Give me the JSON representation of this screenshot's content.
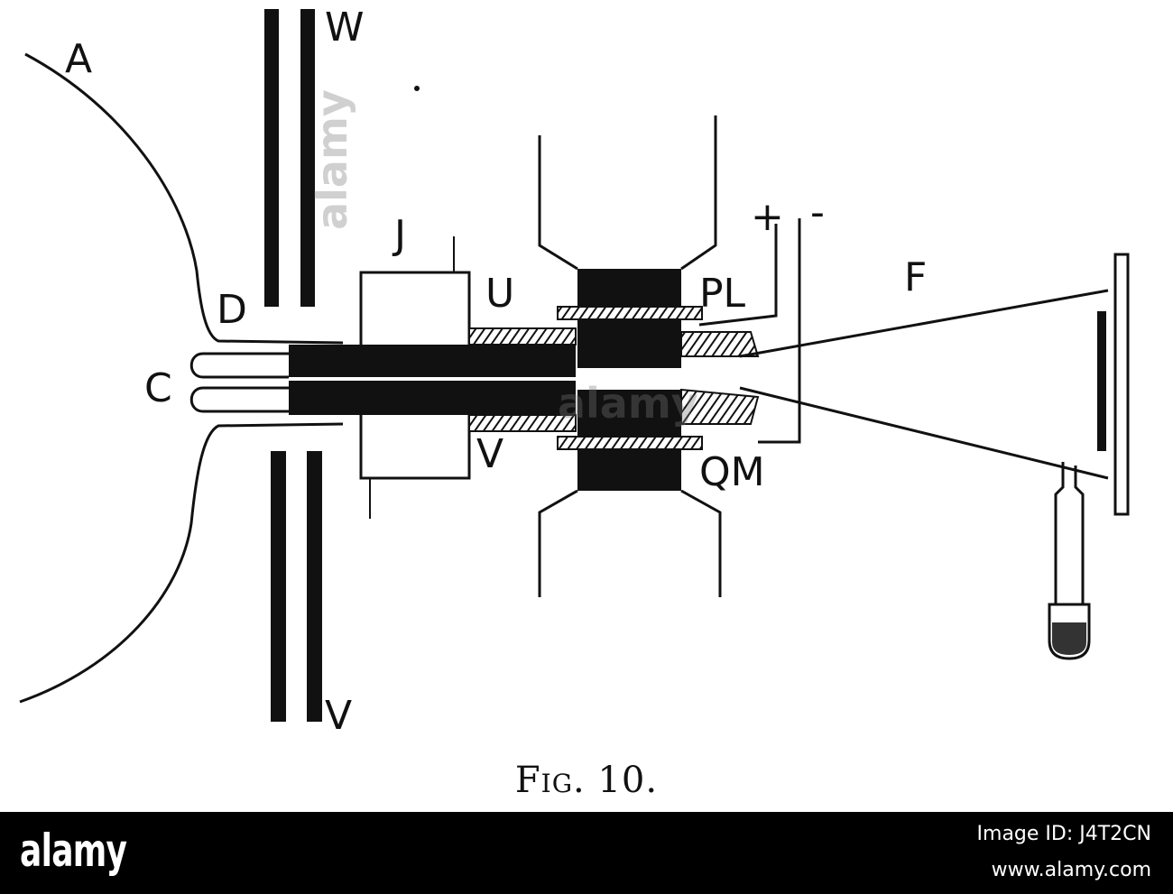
{
  "figure": {
    "labels": {
      "A": "A",
      "W": "W",
      "V_bottom": "V",
      "J": "J",
      "U": "U",
      "PL": "PL",
      "plus": "+",
      "minus": "-",
      "F": "F",
      "D": "D",
      "C": "C",
      "V": "V",
      "QM": "QM"
    },
    "caption": "Fig. 10."
  },
  "watermark": {
    "text": "alamy"
  },
  "footer": {
    "brand": "alamy",
    "image_id": "Image ID: J4T2CN",
    "site": "www.alamy.com"
  }
}
